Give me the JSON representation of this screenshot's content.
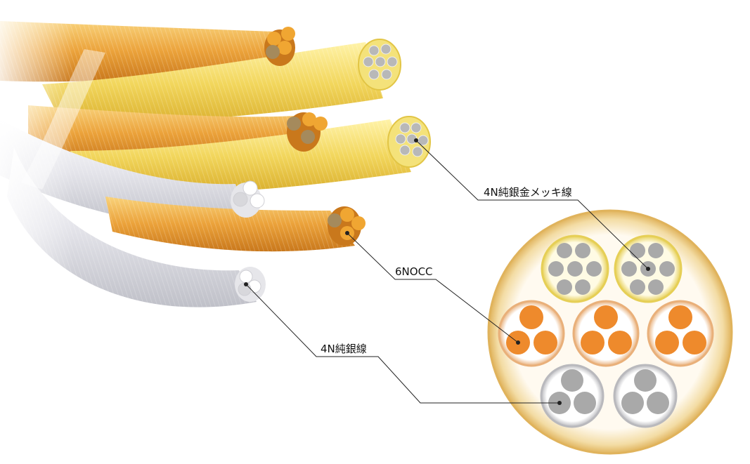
{
  "labels": {
    "silver_gold_plated": "4N純銀金メッキ線",
    "ocC": "6NOCC",
    "silver": "4N純銀線"
  },
  "colors": {
    "gold_light": "#f6e27a",
    "gold_dark": "#d89a2a",
    "copper": "#ee8a2c",
    "copper_strand": "#f0a632",
    "silver_light": "#f4f4f6",
    "silver_dark": "#c8c8cc",
    "strand_gray": "#a9a9a9",
    "sheath_outer": "#e8c070",
    "sheath_inner": "#fdf6e4",
    "line": "#222222"
  }
}
